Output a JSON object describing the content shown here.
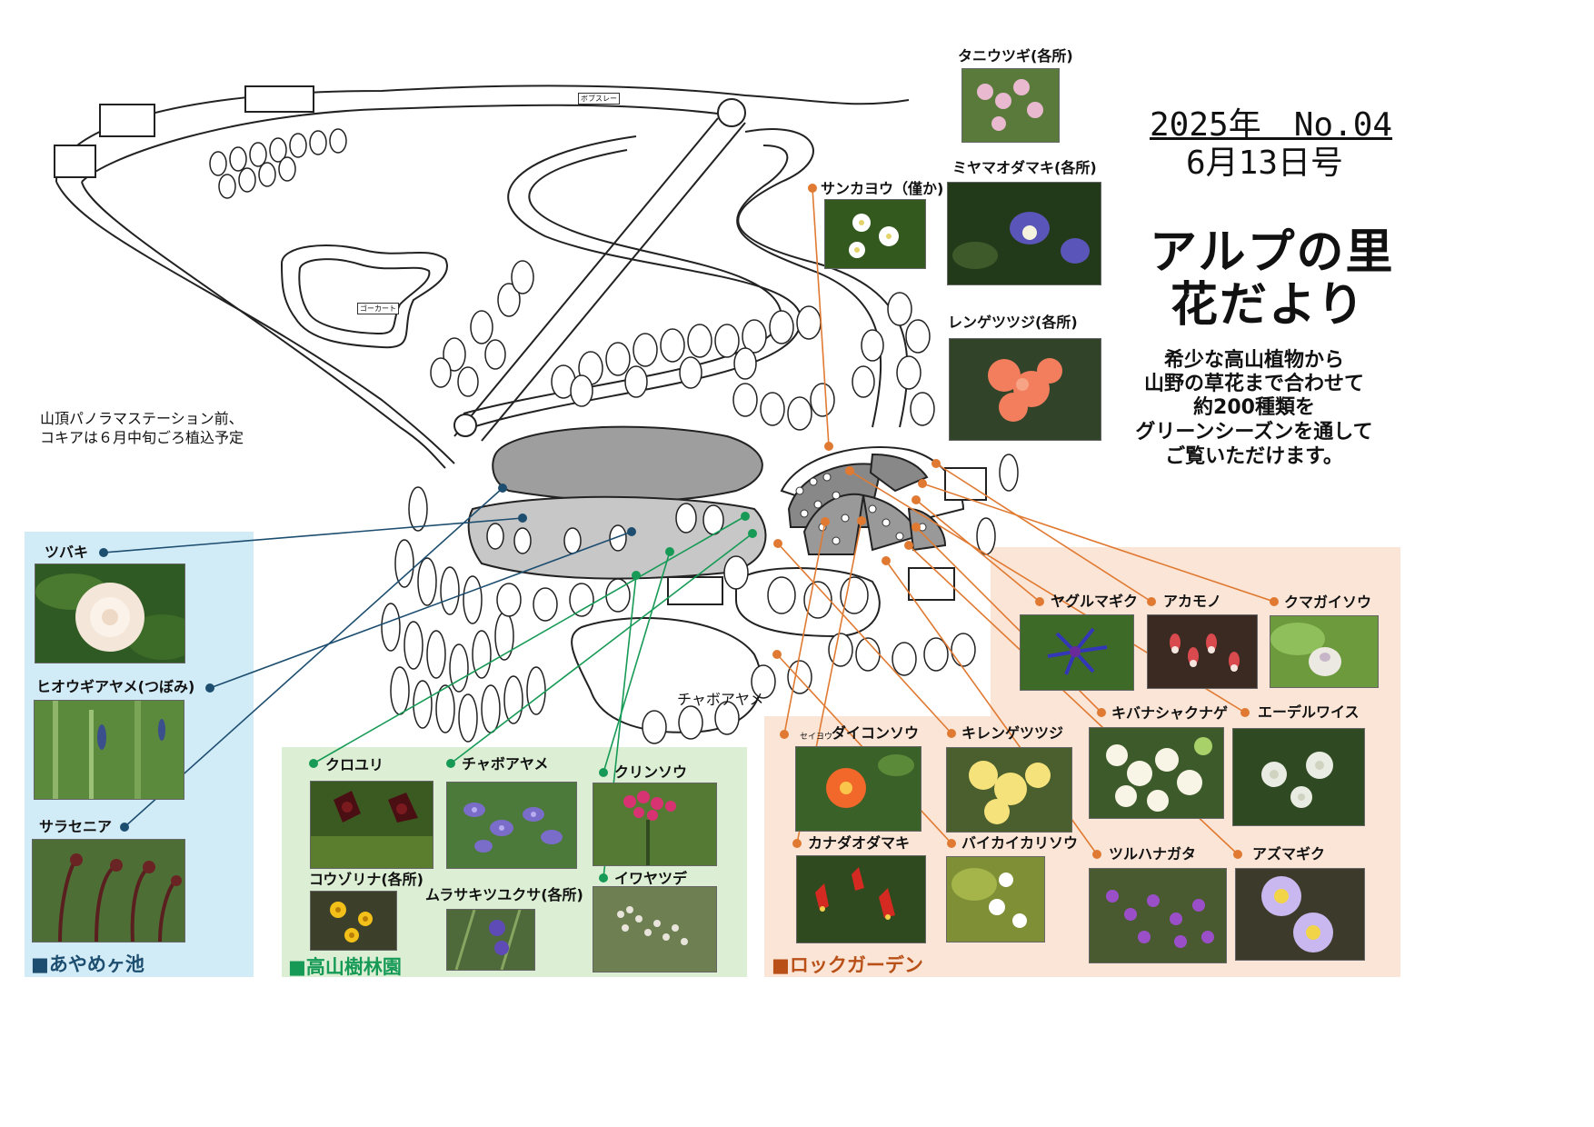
{
  "header": {
    "issue_line": "2025年　No.04",
    "date_line": "6月13日号",
    "title_line1": "アルプの里",
    "title_line2": "花だより",
    "description": [
      "希少な高山植物から",
      "山野の草花まで合わせて",
      "約200種類を",
      "グリーンシーズンを通して",
      "ご覧いただけます。"
    ]
  },
  "map": {
    "note_line1": "山頂パノラマステーション前、",
    "note_line2": "コキアは６月中旬ごろ植込予定",
    "map_label_chabo": "チャボアヤメ",
    "signs": [
      "ボブスレー",
      "ゴーカート"
    ]
  },
  "zones": {
    "ayame": {
      "title": "■あやめヶ池",
      "color": "#1d4e70",
      "bg": "#d2ecf7"
    },
    "kouzan": {
      "title": "■高山樹林園",
      "color": "#179a56",
      "bg": "#dcefd4"
    },
    "rock": {
      "title": "■ロックガーデン",
      "color": "#e07a32",
      "bg": "#fbe5d6"
    }
  },
  "flowers": {
    "tsubaki": "ツバキ",
    "hiougi": "ヒオウギアヤメ(つぼみ)",
    "sarasenia": "サラセニア",
    "kuroyuri": "クロユリ",
    "chaboayame": "チャボアヤメ",
    "kurinsou": "クリンソウ",
    "kouzorina": "コウゾリナ(各所)",
    "murasaki": "ムラサキツユクサ(各所)",
    "iwayatsude": "イワヤツデ",
    "taniutsugi": "タニウツギ(各所)",
    "miyamaodamaki": "ミヤマオダマキ(各所)",
    "sankayou": "サンカヨウ（僅か)",
    "rengetsutsuji": "レンゲツツジ(各所)",
    "yagurumagiku": "ヤグルマギク",
    "akamono": "アカモノ",
    "kumagaisou": "クマガイソウ",
    "kibanashakunage": "キバナシャクナゲ",
    "edelweiss": "エーデルワイス",
    "daikonsou_ruby": "セイヨウ",
    "daikonsou": "ダイコンソウ",
    "kirengetsutsuji": "キレンゲツツジ",
    "kanadaodamaki": "カナダオダマキ",
    "baikaikarisou": "バイカイカリソウ",
    "tsuruhanagata": "ツルハナガタ",
    "azumagiku": "アズマギク"
  }
}
